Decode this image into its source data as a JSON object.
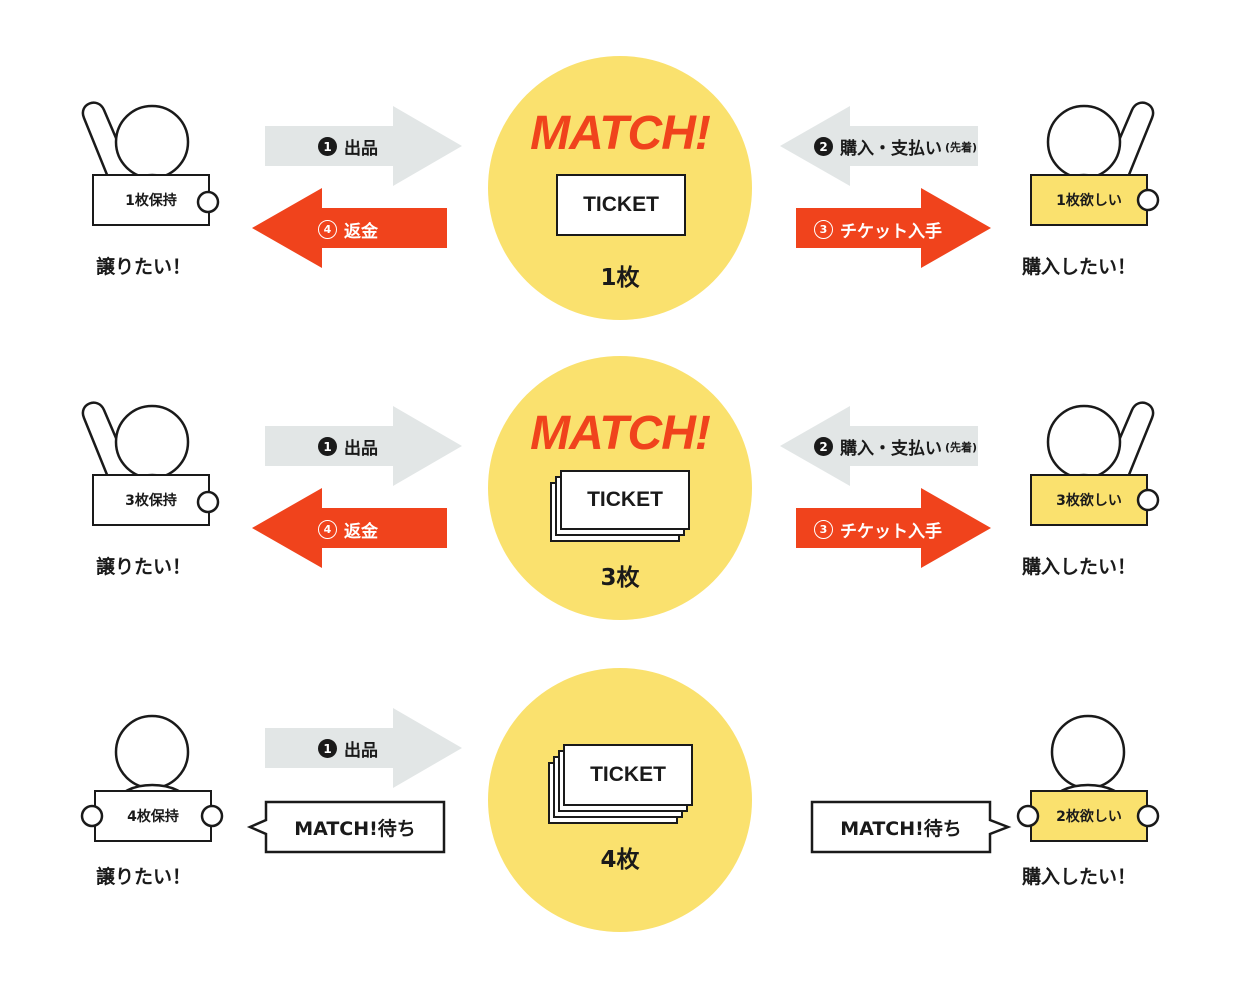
{
  "rows": [
    {
      "match_label": "MATCH!",
      "ticket_label": "TICKET",
      "count": "1枚",
      "seller_sign": "1枚保持",
      "seller_caption": "譲りたい！",
      "buyer_sign": "1枚欲しい",
      "buyer_caption": "購入したい！",
      "step1": {
        "num": "1",
        "text": "出品"
      },
      "step2": {
        "num": "2",
        "text": "購入・支払い",
        "note": "(先着)"
      },
      "step3": {
        "num": "3",
        "text": "チケット入手"
      },
      "step4": {
        "num": "4",
        "text": "返金"
      }
    },
    {
      "match_label": "MATCH!",
      "ticket_label": "TICKET",
      "count": "3枚",
      "seller_sign": "3枚保持",
      "seller_caption": "譲りたい！",
      "buyer_sign": "3枚欲しい",
      "buyer_caption": "購入したい！",
      "step1": {
        "num": "1",
        "text": "出品"
      },
      "step2": {
        "num": "2",
        "text": "購入・支払い",
        "note": "(先着)"
      },
      "step3": {
        "num": "3",
        "text": "チケット入手"
      },
      "step4": {
        "num": "4",
        "text": "返金"
      }
    },
    {
      "ticket_label": "TICKET",
      "count": "4枚",
      "seller_sign": "4枚保持",
      "seller_caption": "譲りたい！",
      "buyer_sign": "2枚欲しい",
      "buyer_caption": "購入したい！",
      "step1": {
        "num": "1",
        "text": "出品"
      },
      "seller_wait": "MATCH!待ち",
      "buyer_wait": "MATCH!待ち"
    }
  ],
  "colors": {
    "accent_red": "#f0431c",
    "circle_yellow": "#fae16e",
    "arrow_gray": "#e2e6e6",
    "outline": "#1a1a1a"
  }
}
